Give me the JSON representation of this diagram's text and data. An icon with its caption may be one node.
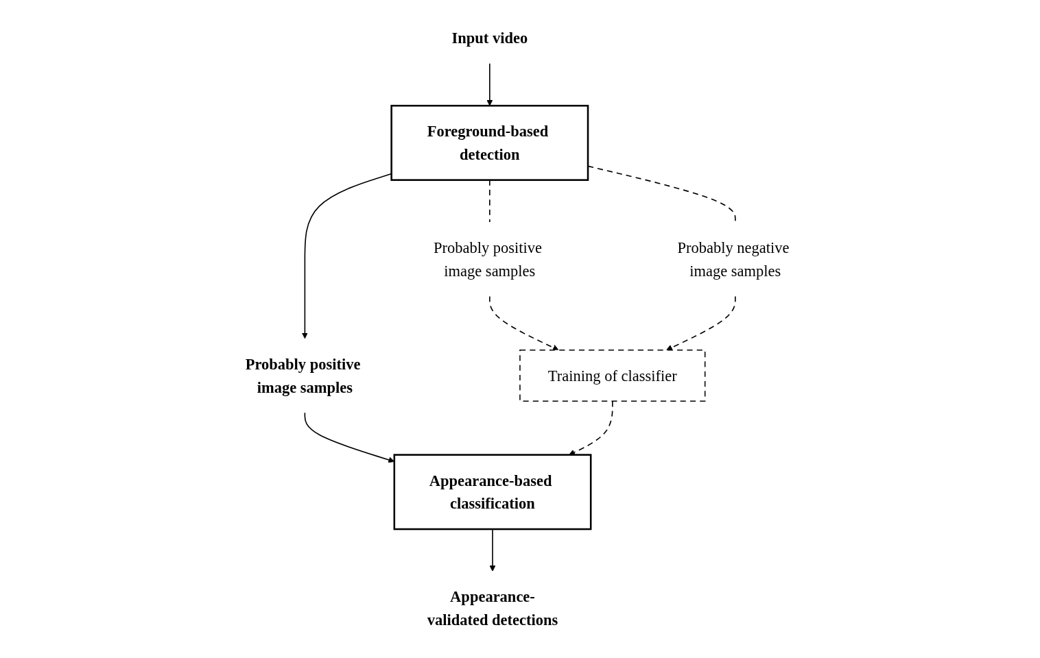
{
  "diagram": {
    "nodes": [
      {
        "text": [
          "Input video"
        ]
      },
      {
        "text": [
          "Foreground-based detection"
        ]
      },
      {
        "text": [
          "Probably positive image samples"
        ]
      },
      {
        "text": [
          "Appearance-based classification"
        ]
      },
      {
        "text": [
          "Appearance-validated detections"
        ]
      },
      {
        "text": [
          "Probably positive image samples"
        ]
      },
      {
        "text": [
          "Probably negative image samples"
        ]
      },
      {
        "text": [
          "Training of classifier"
        ]
      }
    ],
    "edges": [
      {
        "from": 0,
        "to": 1,
        "arrow": "to"
      },
      {
        "from": 1,
        "to": 2,
        "arrow": "to"
      },
      {
        "from": 2,
        "to": 3,
        "arrow": "to"
      },
      {
        "from": 3,
        "to": 4,
        "arrow": "to"
      },
      {
        "from": 1,
        "to": 5,
        "arrow": "none",
        "style": "dashed"
      },
      {
        "from": 1,
        "to": 6,
        "arrow": "none",
        "style": "dashed"
      },
      {
        "from": 5,
        "to": 7,
        "arrow": "to",
        "style": "dashed"
      },
      {
        "from": 6,
        "to": 7,
        "arrow": "to",
        "style": "dashed"
      },
      {
        "from": 7,
        "to": 3,
        "arrow": "to",
        "style": "dashed"
      }
    ]
  }
}
